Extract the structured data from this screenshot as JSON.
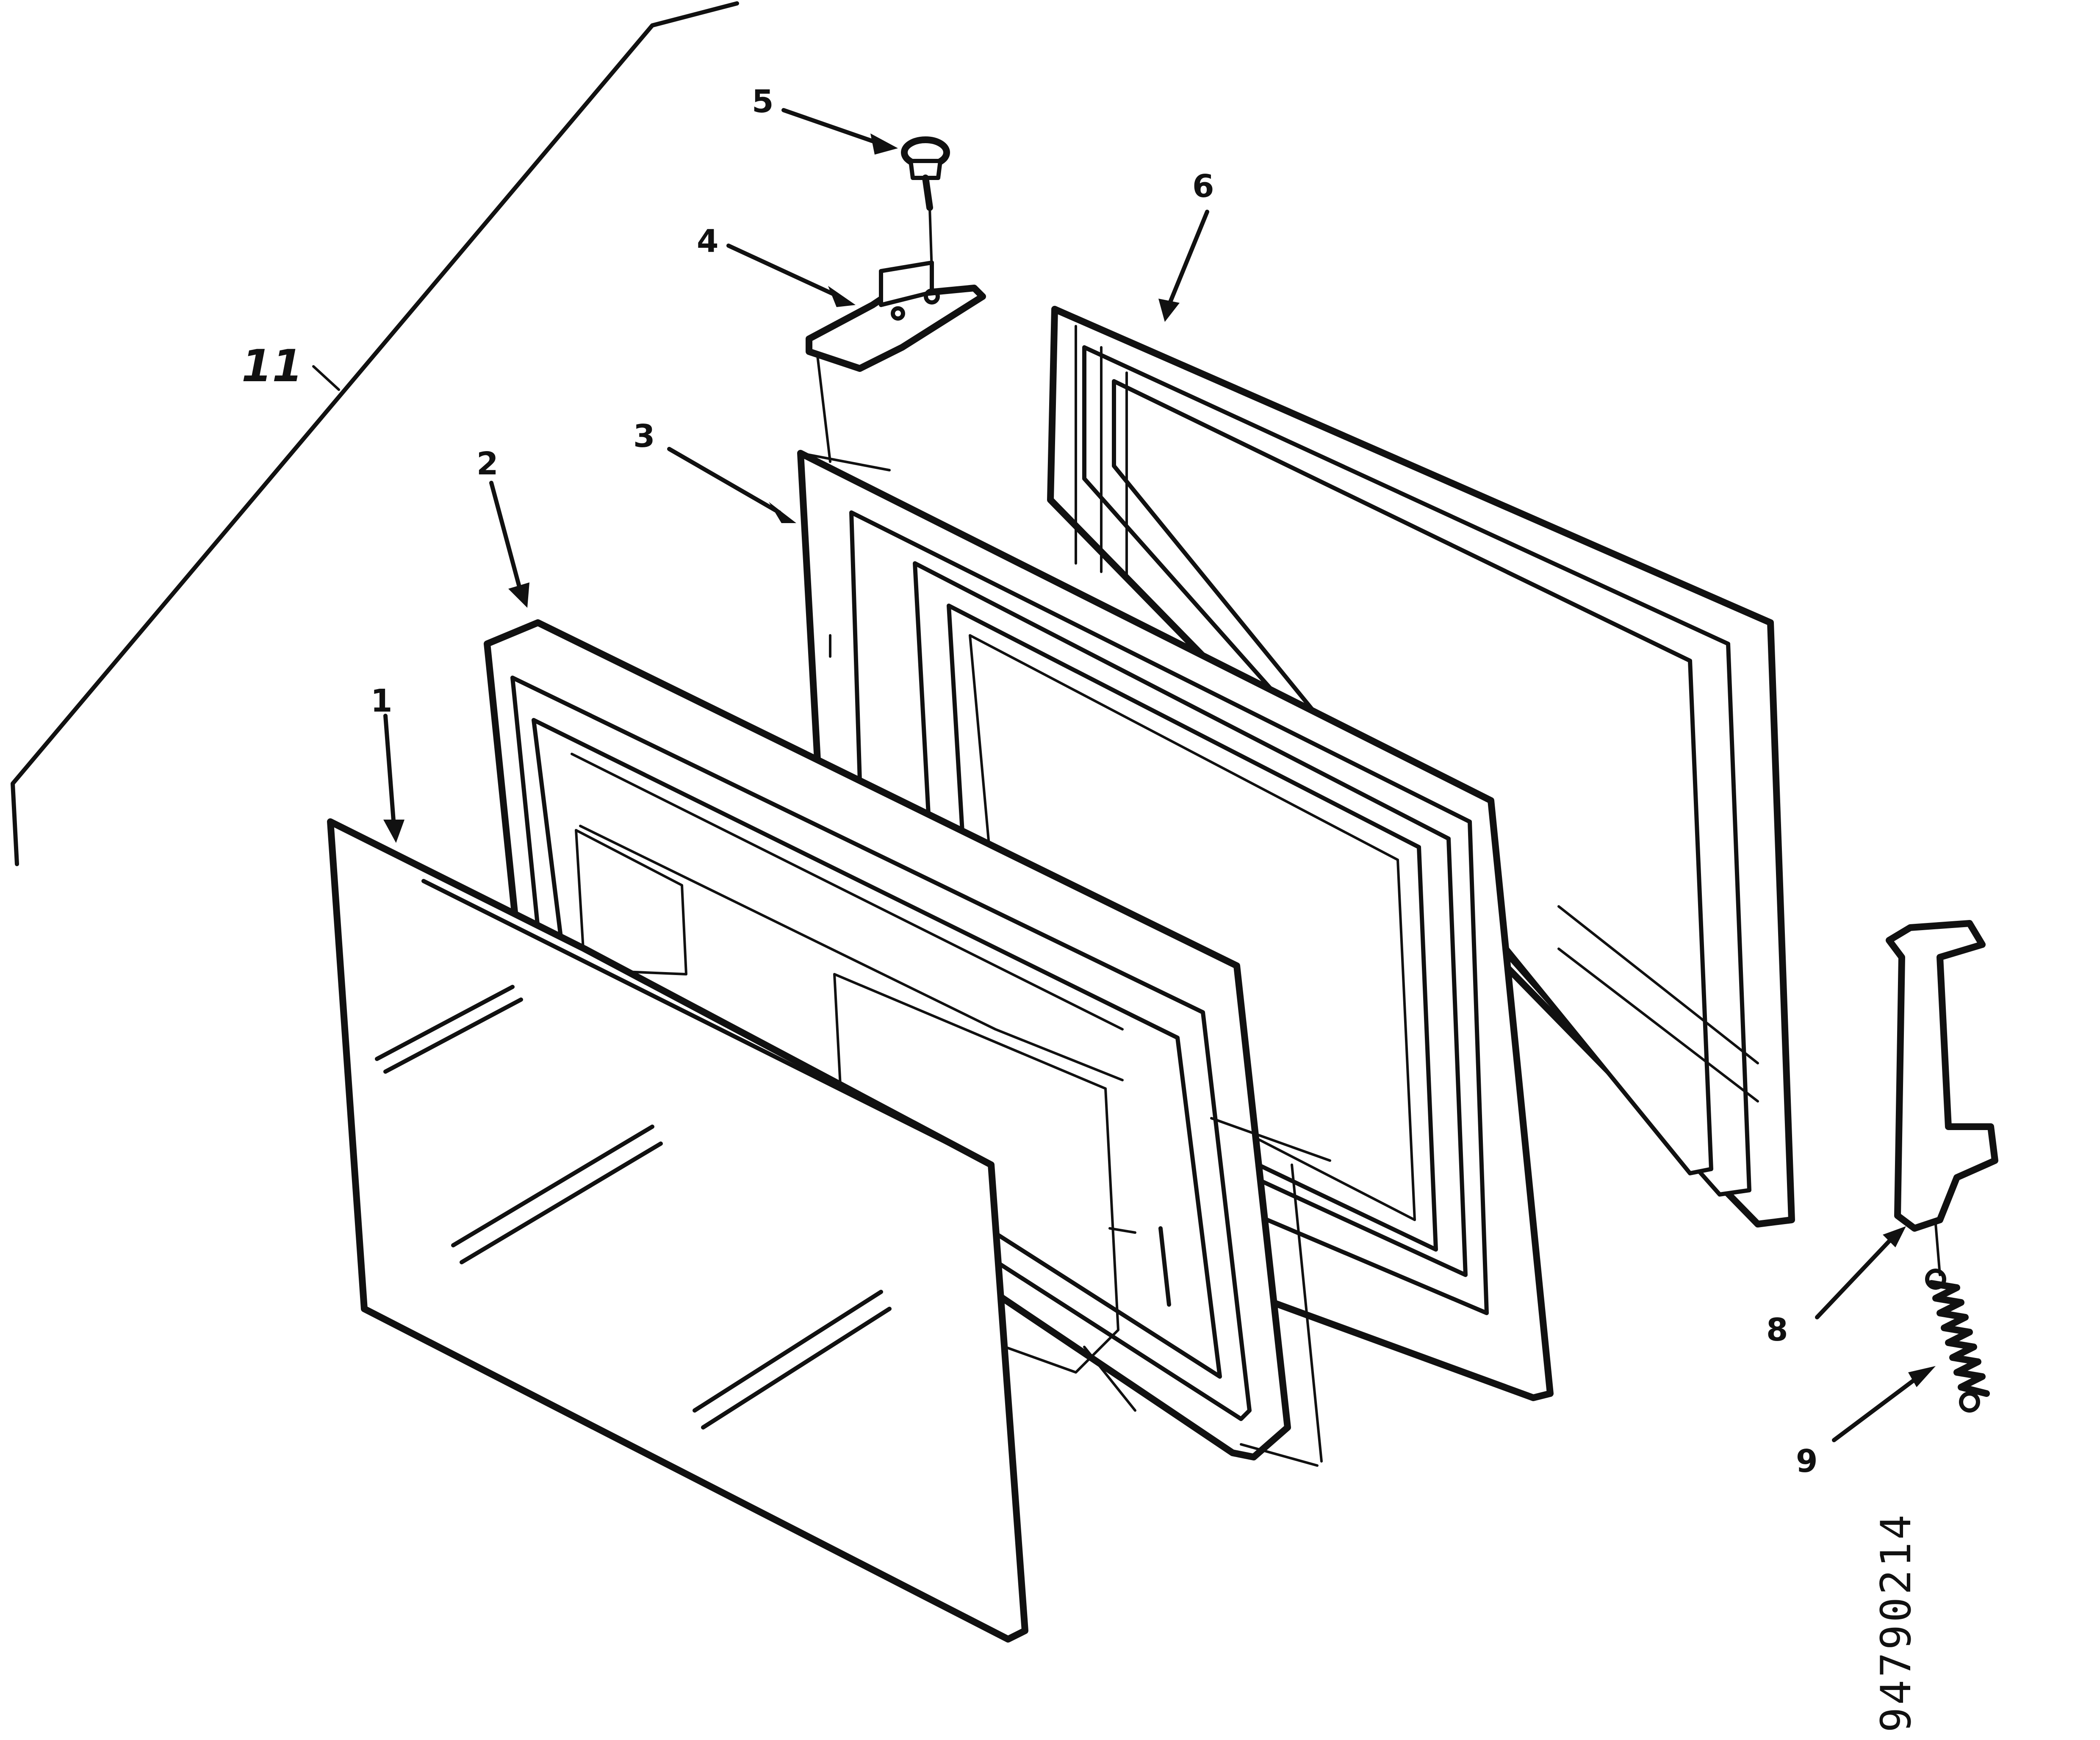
{
  "diagram": {
    "callouts": [
      {
        "id": "1",
        "label": "1"
      },
      {
        "id": "2",
        "label": "2"
      },
      {
        "id": "3",
        "label": "3"
      },
      {
        "id": "4",
        "label": "4"
      },
      {
        "id": "5",
        "label": "5"
      },
      {
        "id": "6",
        "label": "6"
      },
      {
        "id": "8",
        "label": "8"
      },
      {
        "id": "9",
        "label": "9"
      },
      {
        "id": "11",
        "label": "11"
      }
    ],
    "document_number": "94790214",
    "colors": {
      "ink": "#111111",
      "paper": "#ffffff"
    }
  }
}
